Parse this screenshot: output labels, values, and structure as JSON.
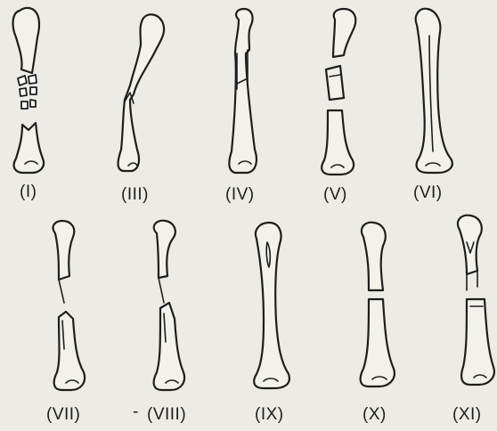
{
  "figure": {
    "labels": [
      "(I)",
      "(III)",
      "(IV)",
      "(V)",
      "(VI)",
      "(VII)",
      "(VIII)",
      "(IX)",
      "(X)",
      "(XI)"
    ],
    "stray_mark": "-"
  }
}
